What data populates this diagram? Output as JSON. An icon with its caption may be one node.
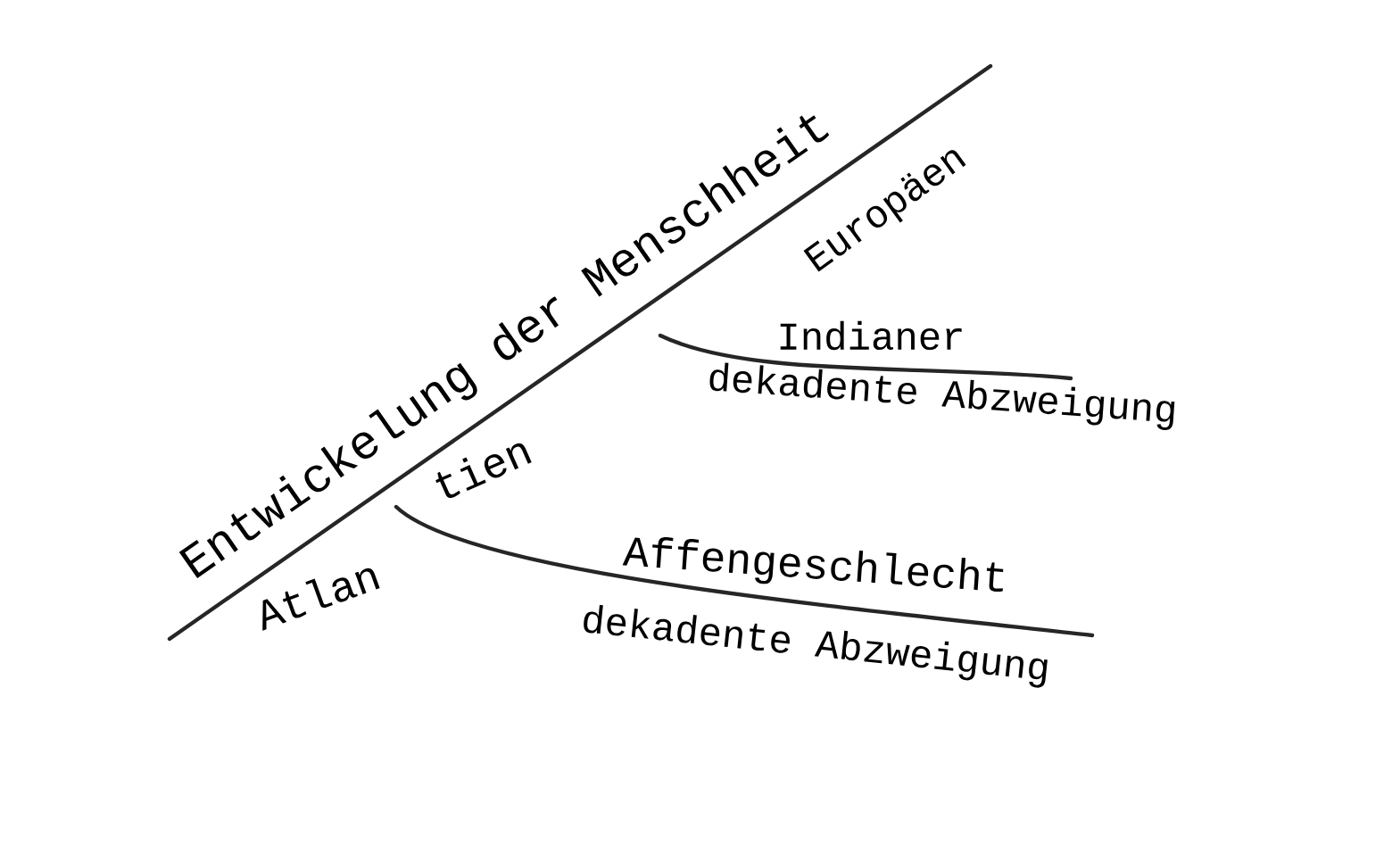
{
  "diagram": {
    "labels": [
      "Entwickelung der Menschheit",
      "Europäen",
      "Indianer",
      "dekadente Abzweigung",
      "Atlan",
      "tien",
      "Affengeschlecht",
      "dekadente Abzweigung"
    ]
  }
}
